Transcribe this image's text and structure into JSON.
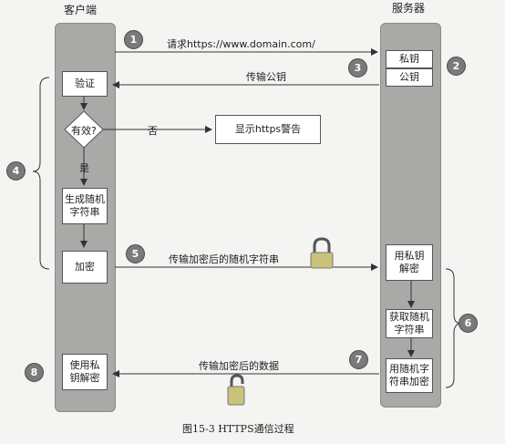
{
  "lanes": {
    "client": "客户端",
    "server": "服务器"
  },
  "messages": {
    "m1": "请求https://www.domain.com/",
    "m3": "传输公钥",
    "m5": "传输加密后的随机字符串",
    "m7": "传输加密后的数据",
    "no": "否",
    "yes": "是"
  },
  "client_boxes": {
    "verify": "验证",
    "valid": "有效?",
    "generate": "生成随机\n字符串",
    "encrypt": "加密",
    "decrypt_private": "使用私\n钥解密"
  },
  "server_boxes": {
    "private_key": "私钥",
    "public_key": "公钥",
    "decrypt": "用私钥\n解密",
    "obtain": "获取随机\n字符串",
    "encrypt_with": "用随机字\n符串加密"
  },
  "warning": "显示https警告",
  "steps": [
    "1",
    "2",
    "3",
    "4",
    "5",
    "6",
    "7",
    "8"
  ],
  "caption": "图15-3    HTTPS通信过程"
}
